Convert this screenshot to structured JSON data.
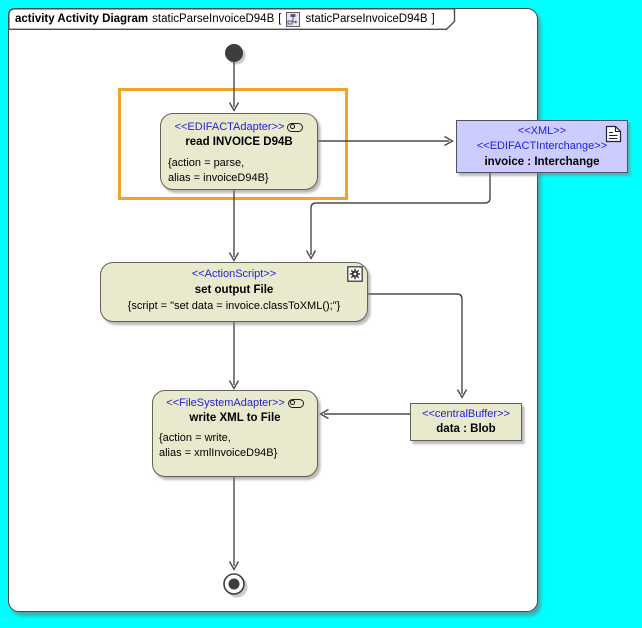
{
  "title": {
    "keyword": "activity Activity Diagram",
    "diagram_name": "staticParseInvoiceD94B",
    "open_bracket": "[",
    "ref_name": "staticParseInvoiceD94B",
    "close_bracket": "]"
  },
  "nodes": {
    "read_invoice": {
      "stereotype": "<<EDIFACTAdapter>>",
      "name": "read INVOICE D94B",
      "prop1": "{action = parse,",
      "prop2": "alias = invoiceD94B}"
    },
    "invoice_interchange": {
      "stereotype_xml": "<<XML>>",
      "stereotype_edifact": "<<EDIFACTInterchange>>",
      "name": "invoice : Interchange"
    },
    "set_output_file": {
      "stereotype": "<<ActionScript>>",
      "name": "set output File",
      "prop1": "{script = \"set data = invoice.classToXML();\"}"
    },
    "write_xml_to_file": {
      "stereotype": "<<FileSystemAdapter>>",
      "name": "write XML to File",
      "prop1": "{action = write,",
      "prop2": "alias = xmlInvoiceD94B}"
    },
    "data_blob": {
      "stereotype": "<<centralBuffer>>",
      "name": "data : Blob"
    }
  },
  "colors": {
    "background": "#00ffff",
    "node_fill": "#e9e9cd",
    "node_border": "#63635a",
    "object_fill": "#ccccff",
    "object_border": "#50506e",
    "stereotype": "#2222dd",
    "highlight": "#f0a42c",
    "edge": "#4a4a4a",
    "frame_border": "#4a4a4a"
  }
}
